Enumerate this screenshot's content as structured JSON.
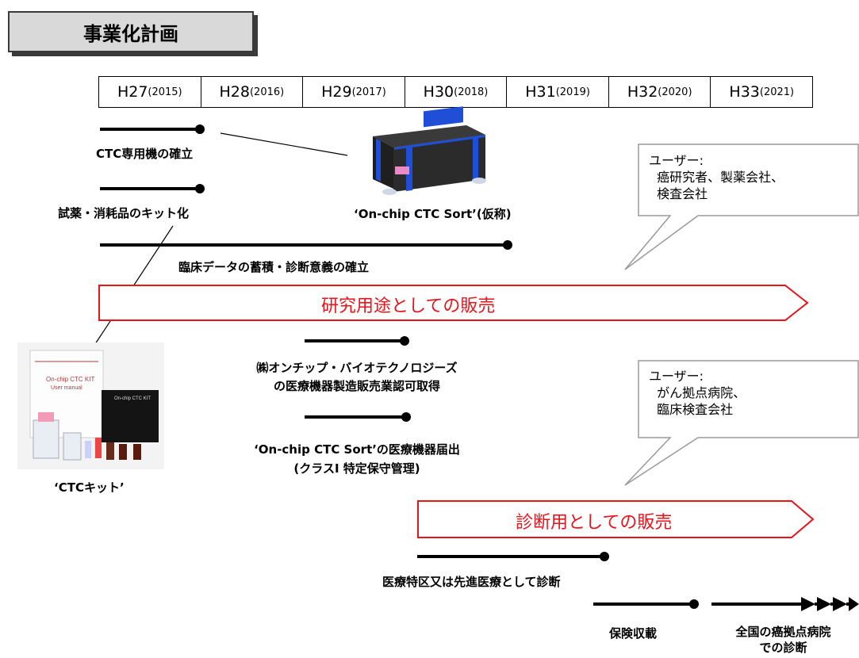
{
  "title": "事業化計画",
  "years": [
    {
      "label": "H27",
      "year": "(2015)"
    },
    {
      "label": "H28",
      "year": "(2016)"
    },
    {
      "label": "H29",
      "year": "(2017)"
    },
    {
      "label": "H30",
      "year": "(2018)"
    },
    {
      "label": "H31",
      "year": "(2019)"
    },
    {
      "label": "H32",
      "year": "(2020)"
    },
    {
      "label": "H33",
      "year": "(2021)"
    }
  ],
  "milestones": {
    "ctc_machine": "CTC専用機の確立",
    "kit": "試薬・消耗品のキット化",
    "clinical": "臨床データの蓄積・診断意義の確立",
    "license_line1": "㈱オンチップ・バイオテクノロジーズ",
    "license_line2": "の医療機器製造販売業認可取得",
    "notification_line1": "‘On-chip CTC Sort’の医療機器届出",
    "notification_line2": "(クラスⅠ 特定保守管理)",
    "special_zone": "医療特区又は先進医療として診断",
    "insurance": "保険収載",
    "nationwide_line1": "全国の癌拠点病院",
    "nationwide_line2": "での診断"
  },
  "device_label": "‘On-chip CTC Sort’(仮称)",
  "kit_label": "‘CTCキット’",
  "banners": {
    "research": "研究用途としての販売",
    "diagnostic": "診断用としての販売"
  },
  "callouts": {
    "research": "ユーザー:\n  癌研究者、製薬会社、\n  検査会社",
    "diagnostic": "ユーザー:\n  がん拠点病院、\n  臨床検査会社"
  },
  "kit_photo": {
    "manual_title": "On-chip CTC KIT",
    "manual_sub": "User manual",
    "box_label": "On-chip CTC KIT"
  },
  "colors": {
    "banner_red": "#e8131b",
    "device_blue": "#1f4fd6",
    "device_body": "#2b2b2b"
  }
}
